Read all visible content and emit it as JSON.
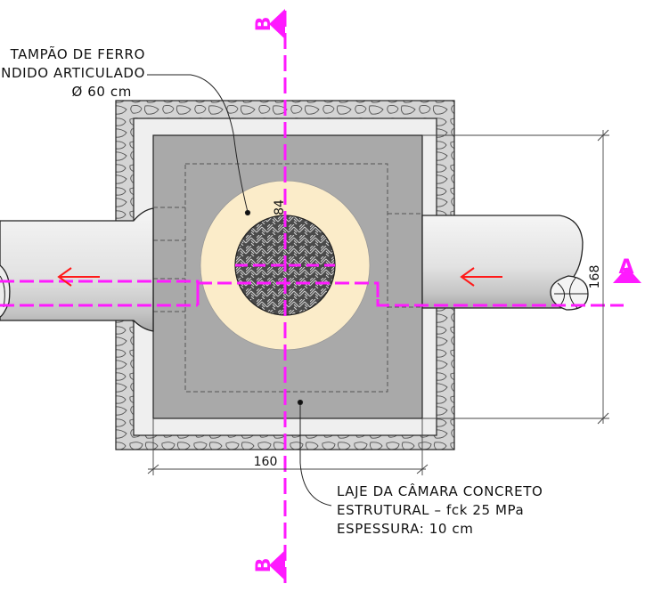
{
  "labels": {
    "lid_line1": "TAMPÃO DE FERRO",
    "lid_line2": "FUNDIDO ARTICULADO",
    "lid_line3": "Ø 60 cm",
    "slab_line1": "LAJE DA CÂMARA CONCRETO",
    "slab_line2": "ESTRUTURAL – fck 25 MPa",
    "slab_line3": "ESPESSURA: 10 cm"
  },
  "dimensions": {
    "width": "160",
    "height": "168",
    "ring": "84"
  },
  "sections": {
    "b_top": "B",
    "b_bottom": "B",
    "a_right": "A"
  },
  "colors": {
    "section_line": "#ff1aff",
    "flow_arrow": "#ff1a1a",
    "slab": "#a9a9a9",
    "ring": "#fbecc9",
    "wall": "#efefef",
    "masonry": "#d4d4d4"
  },
  "flow_direction": "right-to-left"
}
